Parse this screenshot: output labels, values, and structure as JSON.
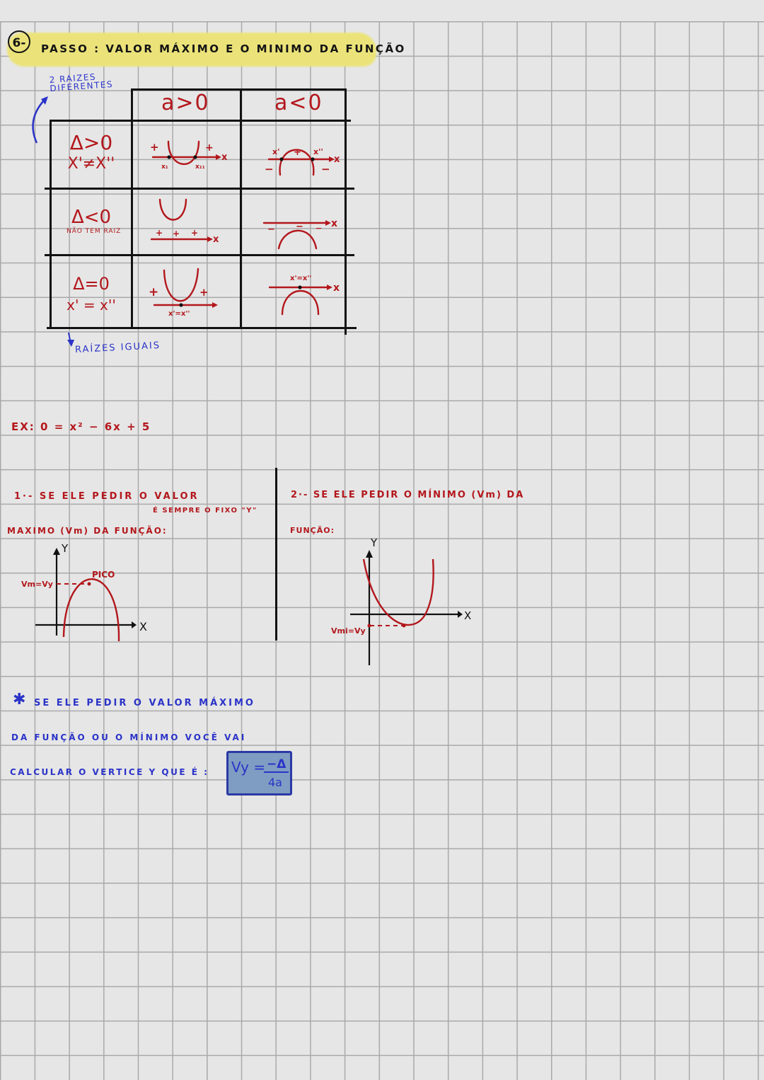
{
  "header": {
    "step_number": "6-",
    "title": "PASSO : VALOR MÁXIMO E O MINIMO DA FUNÇÃO",
    "highlight_color": "#ebe37a"
  },
  "annotations": {
    "top_note": [
      "2 RAIZES",
      "DIFERENTES"
    ],
    "bottom_note": "RAÍZES IGUAIS"
  },
  "table": {
    "columns": [
      "a>0",
      "a<0"
    ],
    "rows": [
      {
        "delta": "Δ>0",
        "sub": "X'≠X''",
        "a_pos": {
          "signs": [
            "+",
            "−",
            "+"
          ],
          "roots": [
            "x₁",
            "x₁₁"
          ],
          "axis": "x"
        },
        "a_neg": {
          "signs": [
            "−",
            "+",
            "−"
          ],
          "roots": [
            "x'",
            "x''"
          ],
          "axis": "x"
        }
      },
      {
        "delta": "Δ<0",
        "sub": "NÃO TEM RAIZ",
        "a_pos": {
          "signs": [
            "+",
            "+",
            "+"
          ],
          "axis": "x"
        },
        "a_neg": {
          "signs": [
            "−",
            "−",
            "−"
          ],
          "axis": "x"
        }
      },
      {
        "delta": "Δ=0",
        "sub": "x' = x''",
        "a_pos": {
          "signs": [
            "+",
            "+"
          ],
          "roots": [
            "x'=x''"
          ],
          "axis": ""
        },
        "a_neg": {
          "roots": [
            "x'=x''"
          ],
          "axis": "x"
        }
      }
    ]
  },
  "example": {
    "label": "EX: 0 = x² − 6x + 5"
  },
  "case_max": {
    "line1": "1·- SE ELE PEDIR O VALOR",
    "line2": "MAXIMO (Vm) DA FUNÇÃO:",
    "note": "É SEMPRE O FIXO \"Y\"",
    "graph": {
      "y_label": "Y",
      "x_label": "X",
      "point_label": "PICO",
      "vertex_label": "Vm=Vy"
    }
  },
  "case_min": {
    "line1": "2·- SE ELE PEDIR O MÍNIMO (Vm) DA",
    "line2": "FUNÇÃO:",
    "graph": {
      "y_label": "Y",
      "x_label": "X",
      "vertex_label": "Vmi=Vy"
    }
  },
  "summary": {
    "star": "✱",
    "line1": "SE ELE PEDIR O VALOR MÁXIMO",
    "line2": "DA FUNÇÃO OU O MÍNIMO VOCÊ VAI",
    "line3": "CALCULAR O VERTICE Y QUE É :",
    "formula_lhs": "Vy =",
    "formula_num": "−Δ",
    "formula_den": "4a",
    "formula_box_color": "#7f9dc2"
  }
}
